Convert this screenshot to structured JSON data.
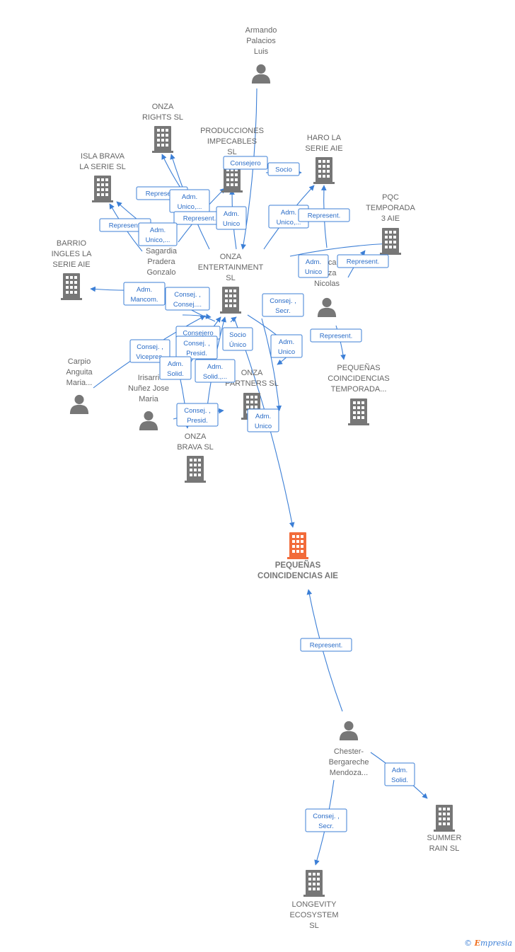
{
  "colors": {
    "edge": "#3c7fd6",
    "node": "#777777",
    "focus": "#f26b3a"
  },
  "nodes": [
    {
      "id": "armando",
      "type": "person",
      "lines": [
        "Armando",
        "Palacios",
        "Luis"
      ]
    },
    {
      "id": "onza_rights",
      "type": "company",
      "lines": [
        "ONZA",
        "RIGHTS  SL"
      ]
    },
    {
      "id": "producciones",
      "type": "company",
      "lines": [
        "PRODUCCIONES",
        "IMPECABLES",
        "SL"
      ]
    },
    {
      "id": "haro",
      "type": "company",
      "lines": [
        "HARO LA",
        "SERIE AIE"
      ]
    },
    {
      "id": "isla",
      "type": "company",
      "lines": [
        "ISLA BRAVA",
        "LA SERIE  SL"
      ]
    },
    {
      "id": "pqc",
      "type": "company",
      "lines": [
        "PQC",
        "TEMPORADA",
        "3 AIE"
      ]
    },
    {
      "id": "barrio",
      "type": "company",
      "lines": [
        "BARRIO",
        "INGLES LA",
        "SERIE AIE"
      ]
    },
    {
      "id": "sagardia",
      "type": "person",
      "lines": [
        "Sagardia",
        "Pradera",
        "Gonzalo"
      ]
    },
    {
      "id": "onza_ent",
      "type": "company",
      "lines": [
        "ONZA",
        "ENTERTAINMENT",
        "SL"
      ]
    },
    {
      "id": "mendoza_nicolas",
      "type": "person",
      "lines": [
        "...eca",
        "...oza",
        "Nicolas"
      ]
    },
    {
      "id": "carpio",
      "type": "person",
      "lines": [
        "Carpio",
        "Anguita",
        "Maria..."
      ]
    },
    {
      "id": "irisarri",
      "type": "person",
      "lines": [
        "Irisarri",
        "Nuñez Jose",
        "Maria"
      ]
    },
    {
      "id": "onza_partners",
      "type": "company",
      "lines": [
        "ONZA",
        "PARTNERS SL"
      ]
    },
    {
      "id": "pequenas_temp",
      "type": "company",
      "lines": [
        "PEQUEÑAS",
        "COINCIDENCIAS",
        "TEMPORADA..."
      ]
    },
    {
      "id": "onza_brava",
      "type": "company",
      "lines": [
        "ONZA",
        "BRAVA  SL"
      ]
    },
    {
      "id": "pequenas_aie",
      "type": "focus",
      "lines": [
        "PEQUEÑAS",
        "COINCIDENCIAS AIE"
      ]
    },
    {
      "id": "chester",
      "type": "person",
      "lines": [
        "Chester-",
        "Bergareche",
        "Mendoza..."
      ]
    },
    {
      "id": "summer",
      "type": "company",
      "lines": [
        "SUMMER",
        "RAIN  SL"
      ]
    },
    {
      "id": "longevity",
      "type": "company",
      "lines": [
        "LONGEVITY",
        "ECOSYSTEM",
        "SL"
      ]
    }
  ],
  "relations": [
    {
      "lines": [
        "Consejero"
      ]
    },
    {
      "lines": [
        "Socio"
      ]
    },
    {
      "lines": [
        "Represent."
      ]
    },
    {
      "lines": [
        "Adm.",
        "Unico,..."
      ]
    },
    {
      "lines": [
        "Represent."
      ]
    },
    {
      "lines": [
        "Represent."
      ]
    },
    {
      "lines": [
        "Adm.",
        "Unico,..."
      ]
    },
    {
      "lines": [
        "Adm.",
        "Unico"
      ]
    },
    {
      "lines": [
        "Adm.",
        "Unico,..."
      ]
    },
    {
      "lines": [
        "Represent."
      ]
    },
    {
      "lines": [
        "Adm.",
        "Unico"
      ]
    },
    {
      "lines": [
        "Represent."
      ]
    },
    {
      "lines": [
        "Adm.",
        "Mancom."
      ]
    },
    {
      "lines": [
        "Consej. ,",
        "Consej...."
      ]
    },
    {
      "lines": [
        "Consej. ,",
        "Secr."
      ]
    },
    {
      "lines": [
        "Consejero"
      ]
    },
    {
      "lines": [
        "Consej. ,",
        "Presid."
      ]
    },
    {
      "lines": [
        "Socio",
        "Único"
      ]
    },
    {
      "lines": [
        "Consej. ,",
        "Vicepres."
      ]
    },
    {
      "lines": [
        "Adm.",
        "Solid."
      ]
    },
    {
      "lines": [
        "Adm.",
        "Solid.,..."
      ]
    },
    {
      "lines": [
        "Represent."
      ]
    },
    {
      "lines": [
        "Adm.",
        "Unico"
      ]
    },
    {
      "lines": [
        "Consej. ,",
        "Presid."
      ]
    },
    {
      "lines": [
        "Adm.",
        "Unico"
      ]
    },
    {
      "lines": [
        "Represent."
      ]
    },
    {
      "lines": [
        "Adm.",
        "Solid."
      ]
    },
    {
      "lines": [
        "Consej. ,",
        "Secr."
      ]
    }
  ],
  "watermark": {
    "symbol": "©",
    "brand_initial": "E",
    "brand_rest": "mpresia"
  }
}
